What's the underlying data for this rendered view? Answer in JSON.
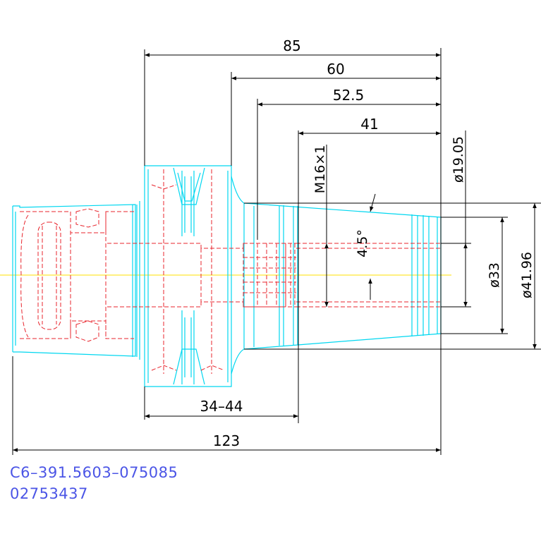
{
  "colors": {
    "outline": "#00d7f0",
    "hidden": "#e8242c",
    "dimension": "#000000",
    "centerline": "#ffe000",
    "label": "#4b55e6"
  },
  "dimensions": {
    "d85": "85",
    "d60": "60",
    "d52_5": "52.5",
    "d41": "41",
    "thread": "M16×1",
    "taper_angle": "4.5°",
    "dia_19_05": "ø19.05",
    "dia_33": "ø33",
    "dia_41_96": "ø41.96",
    "range_34_44": "34–44",
    "d123": "123"
  },
  "part_number": "C6–391.5603–075085",
  "item_number": "02753437"
}
